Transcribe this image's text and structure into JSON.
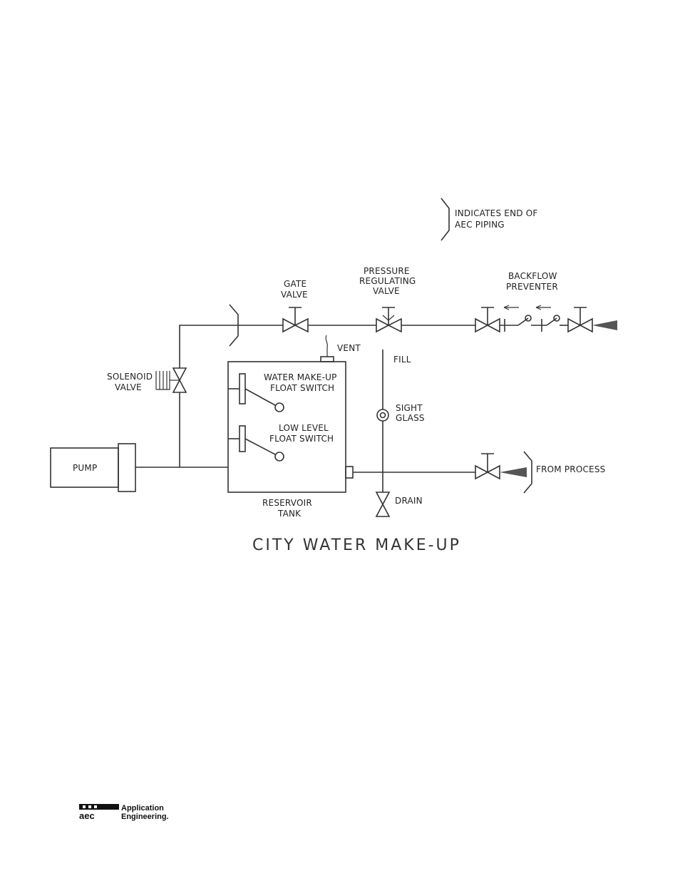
{
  "title": "CITY WATER MAKE-UP",
  "labels": {
    "legend_l1": "INDICATES END OF",
    "legend_l2": "AEC PIPING",
    "gate_l1": "GATE",
    "gate_l2": "VALVE",
    "prv_l1": "PRESSURE",
    "prv_l2": "REGULATING",
    "prv_l3": "VALVE",
    "bf_l1": "BACKFLOW",
    "bf_l2": "PREVENTER",
    "solenoid_l1": "SOLENOID",
    "solenoid_l2": "VALVE",
    "vent": "VENT",
    "fill": "FILL",
    "wm_l1": "WATER MAKE-UP",
    "wm_l2": "FLOAT SWITCH",
    "ll_l1": "LOW LEVEL",
    "ll_l2": "FLOAT SWITCH",
    "sight_l1": "SIGHT",
    "sight_l2": "GLASS",
    "pump": "PUMP",
    "from_process": "FROM PROCESS",
    "drain": "DRAIN",
    "tank_l1": "RESERVOIR",
    "tank_l2": "TANK"
  },
  "logo": {
    "mark": "aec",
    "line1": "Application",
    "line2": "Engineering."
  },
  "colors": {
    "line": "#333333",
    "arrow": "#555555"
  }
}
